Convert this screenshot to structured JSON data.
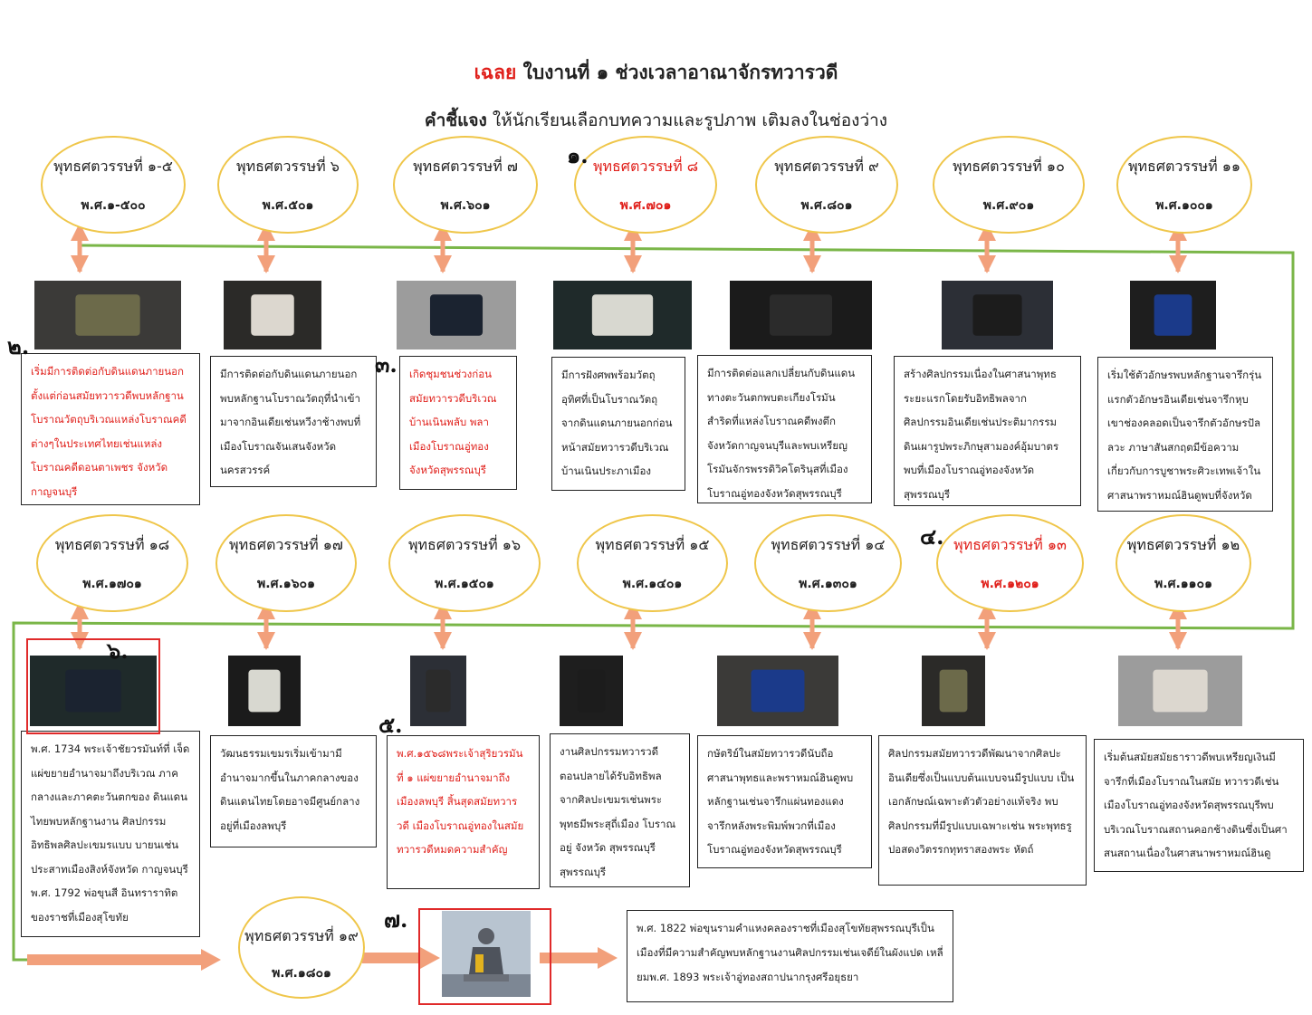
{
  "title": {
    "answer": "เฉลย",
    "text": "ใบงานที่ ๑ ช่วงเวลาอาณาจักรทวารวดี"
  },
  "instruction": {
    "label": "คำชี้แจง",
    "text": "ให้นักเรียนเลือกบทความและรูปภาพ เติมลงในช่องว่าง"
  },
  "colors": {
    "accent_red": "#e0201b",
    "oval_border": "#efc64a",
    "line_green": "#7ab648",
    "arrow_orange": "#f2a07b"
  },
  "markers": [
    "๑.",
    "๒.",
    "๓.",
    "๔.",
    "๕.",
    "๖.",
    "๗."
  ],
  "top_row": [
    {
      "century": "พุทธศตวรรษที่ ๑-๕",
      "year": "พ.ศ.๑-๕๐๐",
      "text": "เริ่มมีการติดต่อกับดินแดนภายนอก ตั้งแต่ก่อนสมัยทวารวดีพบหลักฐาน โบราณวัตถุบริเวณแหล่งโบราณคดี ต่างๆในประเทศไทยเช่นแหล่ง โบราณคดีดอนตาเพชร จังหวัด กาญจนบุรี"
    },
    {
      "century": "พุทธศตวรรษที่ ๖",
      "year": "พ.ศ.๕๐๑",
      "text": "มีการติดต่อกับดินแดนภายนอก พบหลักฐานโบราณวัตถุที่นำเข้า มาจากอินเดียเช่นหวีงาช้างพบที่ เมืองโบราณจันเสนจังหวัด นครสวรรค์"
    },
    {
      "century": "พุทธศตวรรษที่ ๗",
      "year": "พ.ศ.๖๐๑",
      "text": "เกิดชุมชนช่วงก่อน สมัยทวารวดีบริเวณ บ้านเนินพลับ พลาเมืองโบราณอู่ทอง จังหวัดสุพรรณบุรี"
    },
    {
      "century": "พุทธศตวรรษที่ ๘",
      "year": "พ.ศ.๗๐๑",
      "text": "มีการฝังศพพร้อมวัตถุ อุทิศที่เป็นโบราณวัตถุ จากดินแดนภายนอกก่อน หน้าสมัยทวารวดีบริเวณ บ้านเนินประภาเมือง"
    },
    {
      "century": "พุทธศตวรรษที่ ๙",
      "year": "พ.ศ.๘๐๑",
      "text": "มีการติดต่อแลกเปลี่ยนกับดินแดน ทางตะวันตกพบตะเกียงโรมัน สำริดที่แหล่งโบราณคดีพงตึก จังหวัดกาญจนบุรีและพบเหรียญ โรมันจักรพรรดิวิคโตรินุสที่เมือง โบราณอู่ทองจังหวัดสุพรรณบุรี"
    },
    {
      "century": "พุทธศตวรรษที่ ๑๐",
      "year": "พ.ศ.๙๐๑",
      "text": "สร้างศิลปกรรมเนื่องในศาสนาพุทธ ระยะแรกโดยรับอิทธิพลจาก ศิลปกรรมอินเดียเช่นประติมากรรม ดินเผารูปพระภิกษุสามองค์อุ้มบาตร พบที่เมืองโบราณอู่ทองจังหวัด สุพรรณบุรี"
    },
    {
      "century": "พุทธศตวรรษที่ ๑๑",
      "year": "พ.ศ.๑๐๐๑",
      "text": "เริ่มใช้ตัวอักษรพบหลักฐานจารึกรุ่น แรกตัวอักษรอินเดียเช่นจารึกหุบ เขาช่องคลอดเป็นจารึกตัวอักษรปัล ลวะ ภาษาสันสกฤตมีข้อความ เกี่ยวกับการบูชาพระศิวะเทพเจ้าใน ศาสนาพราหมณ์ฮินดูพบที่จังหวัด"
    }
  ],
  "bottom_row": [
    {
      "century": "พุทธศตวรรษที่ ๑๘",
      "year": "พ.ศ.๑๗๐๑",
      "text": "พ.ศ. 1734 พระเจ้าชัยวรมันท์ที่ เจ็ดแผ่ขยายอำนาจมาถึงบริเวณ ภาคกลางและภาคตะวันตกของ ดินแดนไทยพบหลักฐานงาน ศิลปกรรมอิทธิพลศิลปะเขมรแบบ บายนเช่นประสาทเมืองสิงห์จังหวัด กาญจนบุรีพ.ศ. 1792 พ่อขุนสี อินทราราทิตของราชที่เมืองสุโขทัย"
    },
    {
      "century": "พุทธศตวรรษที่ ๑๗",
      "year": "พ.ศ.๑๖๐๑",
      "text": "วัฒนธรรมเขมรเริ่มเข้ามามี อำนาจมากขึ้นในภาคกลางของ ดินแดนไทยโดยอาจมีศูนย์กลาง อยู่ที่เมืองลพบุรี"
    },
    {
      "century": "พุทธศตวรรษที่ ๑๖",
      "year": "พ.ศ.๑๕๐๑",
      "text": "พ.ศ.๑๕๖๘พระเจ้าสุริยวรมัน ที่ ๑ แผ่ขยายอำนาจมาถึง เมืองลพบุรี สิ้นสุดสมัยทวาร วดี เมืองโบราณอู่ทองในสมัย ทวารวดีหมดความสำคัญ"
    },
    {
      "century": "พุทธศตวรรษที่ ๑๕",
      "year": "พ.ศ.๑๔๐๑",
      "text": "งานศิลปกรรมทวารวดี ตอนปลายได้รับอิทธิพล จากศิลปะเขมรเช่นพระ พุทธมีพระสุถี่เมือง โบราณอยู่ จังหวัด สุพรรณบุรีสุพรรณบุรี"
    },
    {
      "century": "พุทธศตวรรษที่ ๑๔",
      "year": "พ.ศ.๑๓๐๑",
      "text": "กษัตริย์ในสมัยทวารวดีนับถือ ศาสนาพุทธและพราหมณ์ฮินดูพบ หลักฐานเช่นจารึกแผ่นทองแดง จารึกหลังพระพิมพ์พวกที่เมือง โบราณอู่ทองจังหวัดสุพรรณบุรี"
    },
    {
      "century": "พุทธศตวรรษที่ ๑๓",
      "year": "พ.ศ.๑๒๐๑",
      "text": "ศิลปกรรมสมัยทวารวดีพัฒนาจากศิลปะ อินเดียซึ่งเป็นแบบต้นแบบจนมีรูปแบบ เป็นเอกลักษณ์เฉพาะตัวตัวอย่างแท้จริง พบศิลปกรรมที่มีรูปแบบเฉพาะเช่น พระพุทธรูปอสดงวิตรรกทุทราสองพระ หัตถ์"
    },
    {
      "century": "พุทธศตวรรษที่ ๑๒",
      "year": "พ.ศ.๑๑๐๑",
      "text": "เริ่มต้นสมัยสมัยธาราวดีพบเหรียญเงินมี จารึกที่เมืองโบราณในสมัย ทวารวดีเช่น เมืองโบราณอู่ทองจังหวัดสุพรรณบุรีพบ บริเวณโบราณสถานคอกช้างดินซึ่งเป็นศา สนสถานเนื่องในศาสนาพราหมณ์ฮินดู"
    }
  ],
  "final": {
    "century": "พุทธศตวรรษที่ ๑๙",
    "year": "พ.ศ.๑๘๐๑",
    "text": "พ.ศ. 1822 พ่อขุนรามคำแหงคลองราชที่เมืองสุโขทัยสุพรรณบุรีเป็น เมืองที่มีความสำคัญพบหลักฐานงานศิลปกรรมเช่นเจดีย์ในผังแปด เหลี่ยมพ.ศ. 1893 พระเจ้าอู่ทองสถาปนากรุงศรีอยุธยา"
  }
}
